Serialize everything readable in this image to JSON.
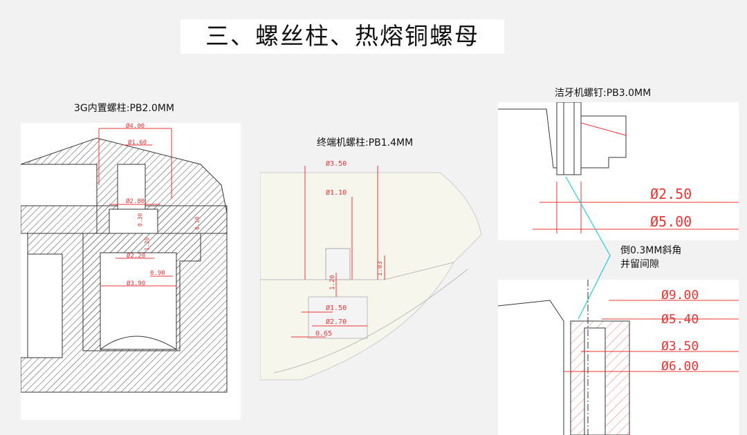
{
  "title": "三、螺丝柱、热熔铜螺母",
  "captions": {
    "left": "3G内置螺柱:PB2.0MM",
    "middle": "终端机螺柱:PB1.4MM",
    "right": "洁牙机螺钉:PB3.0MM",
    "note_line1": "倒0.3MM斜角",
    "note_line2": "并留间隙"
  },
  "left_dims": [
    "Ø4.00",
    "Ø1.60",
    "Ø2.80",
    "0.30",
    "0.10",
    "1.20",
    "Ø2.20",
    "0.90",
    "Ø3.90"
  ],
  "middle_dims": [
    "Ø3.50",
    "Ø1.10",
    "1.03",
    "1.20",
    "Ø1.50",
    "Ø2.70",
    "0.65"
  ],
  "right_top_dims": [
    "Ø2.50",
    "Ø5.00"
  ],
  "right_bottom_dims": [
    "Ø9.00",
    "Ø5.40",
    "Ø3.50",
    "Ø6.00"
  ],
  "colors": {
    "dimension": "#ee3333",
    "leader": "#22ccdd"
  }
}
